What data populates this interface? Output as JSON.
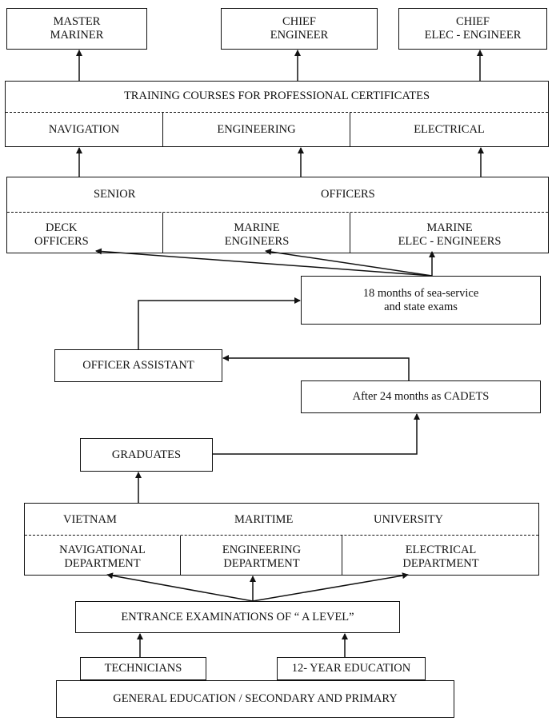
{
  "top": {
    "master": [
      "MASTER",
      "MARINER"
    ],
    "chief_engineer": [
      "CHIEF",
      "ENGINEER"
    ],
    "chief_elec": [
      "CHIEF",
      "ELEC - ENGINEER"
    ]
  },
  "training": {
    "title": "TRAINING COURSES FOR PROFESSIONAL CERTIFICATES",
    "cols": [
      "NAVIGATION",
      "ENGINEERING",
      "ELECTRICAL"
    ]
  },
  "senior": {
    "left": "SENIOR",
    "right": "OFFICERS",
    "cols": [
      [
        "DECK",
        "OFFICERS"
      ],
      [
        "MARINE",
        "ENGINEERS"
      ],
      [
        "MARINE",
        "ELEC - ENGINEERS"
      ]
    ]
  },
  "sea_service": [
    "18 months of sea-service",
    "and state exams"
  ],
  "officer_assistant": "OFFICER ASSISTANT",
  "cadets": "After 24 months as CADETS",
  "graduates": "GRADUATES",
  "university": {
    "top": [
      "VIETNAM",
      "MARITIME",
      "UNIVERSITY"
    ],
    "cols": [
      [
        "NAVIGATIONAL",
        "DEPARTMENT"
      ],
      [
        "ENGINEERING",
        "DEPARTMENT"
      ],
      [
        "ELECTRICAL",
        "DEPARTMENT"
      ]
    ]
  },
  "entrance": "ENTRANCE EXAMINATIONS OF “ A LEVEL”",
  "technicians": "TECHNICIANS",
  "twelve_year": "12- YEAR EDUCATION",
  "general": "GENERAL EDUCATION / SECONDARY AND PRIMARY"
}
